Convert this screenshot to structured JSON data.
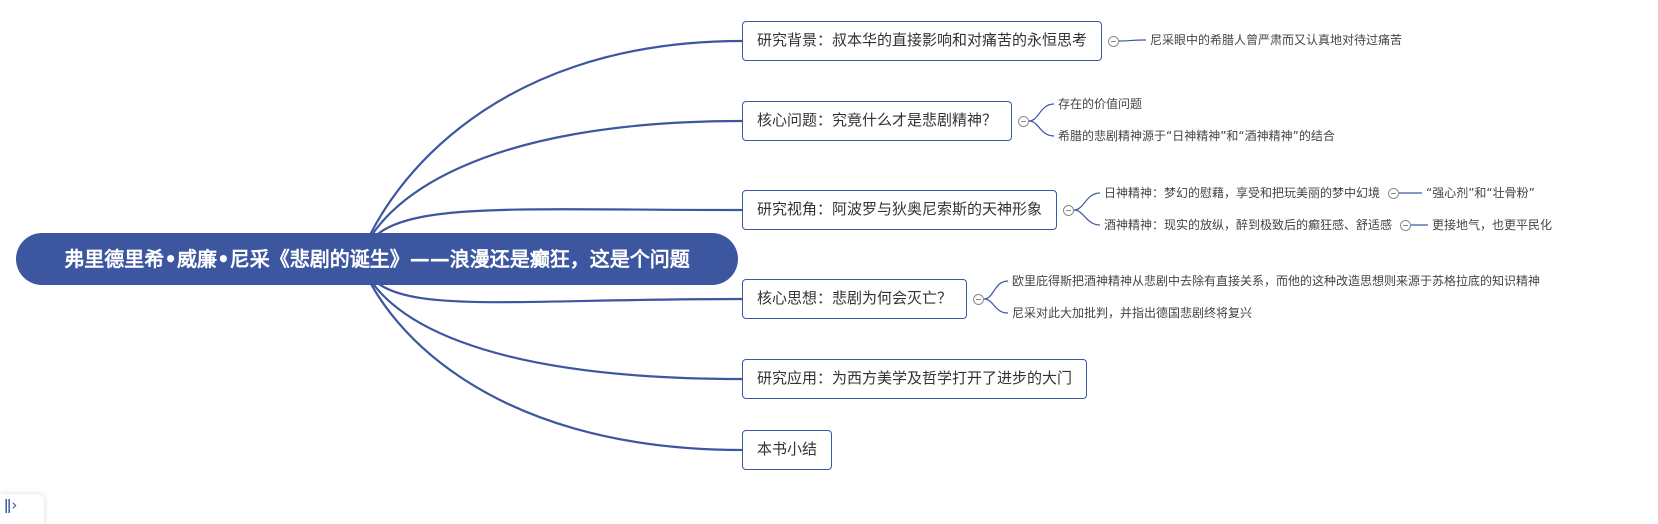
{
  "root": {
    "title": "弗里德里希•威廉•尼采《悲剧的诞生》——浪漫还是癫狂，这是个问题"
  },
  "branches": [
    {
      "label": "研究背景：叔本华的直接影响和对痛苦的永恒思考",
      "children": [
        {
          "label": "尼采眼中的希腊人曾严肃而又认真地对待过痛苦",
          "children": []
        }
      ]
    },
    {
      "label": "核心问题：究竟什么才是悲剧精神？",
      "children": [
        {
          "label": "存在的价值问题",
          "children": []
        },
        {
          "label": "希腊的悲剧精神源于“日神精神”和“酒神精神”的结合",
          "children": []
        }
      ]
    },
    {
      "label": "研究视角：阿波罗与狄奥尼索斯的天神形象",
      "children": [
        {
          "label": "日神精神：梦幻的慰藉，享受和把玩美丽的梦中幻境",
          "children": [
            {
              "label": "“强心剂”和“壮骨粉”"
            }
          ]
        },
        {
          "label": "酒神精神：现实的放纵，醉到极致后的癫狂感、舒适感",
          "children": [
            {
              "label": "更接地气，也更平民化"
            }
          ]
        }
      ]
    },
    {
      "label": "核心思想：悲剧为何会灭亡？",
      "children": [
        {
          "label": "欧里庇得斯把酒神精神从悲剧中去除有直接关系，而他的这种改造思想则来源于苏格拉底的知识精神",
          "children": []
        },
        {
          "label": "尼采对此大加批判，并指出德国悲剧终将复兴",
          "children": []
        }
      ]
    },
    {
      "label": "研究应用：为西方美学及哲学打开了进步的大门",
      "children": []
    },
    {
      "label": "本书小结",
      "children": []
    }
  ],
  "colors": {
    "primary": "#3d56a0",
    "line": "#3d56a0",
    "toggle": "#8a8a8a"
  },
  "corner_icon": {
    "name": "collapse-panel-icon",
    "glyph": "ǁ›"
  }
}
